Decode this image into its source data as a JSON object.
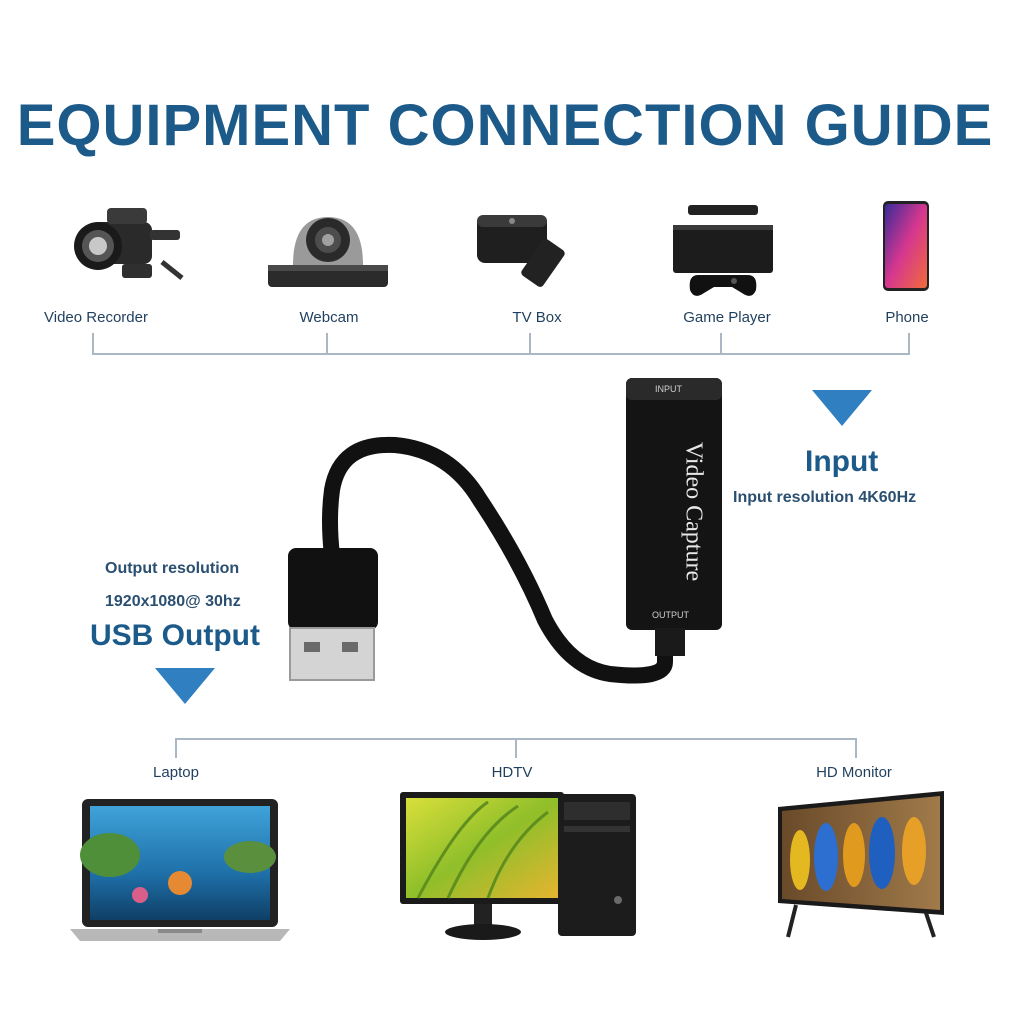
{
  "title": "EQUIPMENT CONNECTION GUIDE",
  "input_devices": [
    {
      "label": "Video Recorder",
      "icon": "video-recorder-icon"
    },
    {
      "label": "Webcam",
      "icon": "webcam-icon"
    },
    {
      "label": "TV Box",
      "icon": "tv-box-icon"
    },
    {
      "label": "Game Player",
      "icon": "game-console-icon"
    },
    {
      "label": "Phone",
      "icon": "phone-icon"
    }
  ],
  "capture_device": {
    "label": "Video Capture",
    "port_input": "INPUT",
    "port_output": "OUTPUT"
  },
  "input_info": {
    "heading": "Input",
    "detail": "Input resolution 4K60Hz"
  },
  "output_info": {
    "detail_line1": "Output resolution",
    "detail_line2": "1920x1080@ 30hz",
    "heading": "USB Output"
  },
  "output_devices": [
    {
      "label": "Laptop",
      "icon": "laptop-icon"
    },
    {
      "label": "HDTV",
      "icon": "desktop-computer-icon"
    },
    {
      "label": "HD Monitor",
      "icon": "tv-monitor-icon"
    }
  ],
  "colors": {
    "heading_blue": "#1c5a8a",
    "arrow_blue": "#2f7fc1",
    "line_gray": "#aab7c4"
  }
}
